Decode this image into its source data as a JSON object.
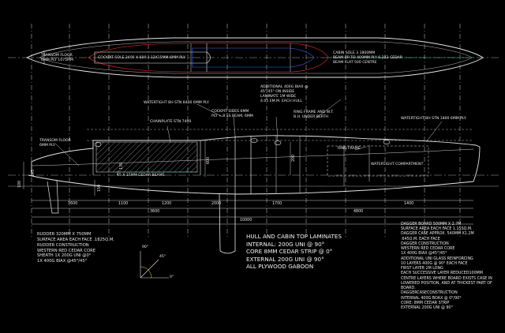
{
  "drawing": {
    "plan_labels": {
      "transom_floor": "TRANSOM FLOOR",
      "transom_floor_ply": "6MM PLY 1075MM",
      "cockpit_sole": "COCKPIT SOLE 2400 X 600 +12X15MM 6MM PLY",
      "cabin_sole_1": "CABIN SOLE 3 1800MM",
      "cabin_sole_2": "BEAM UP TO 400MM PLY 6.2X3 CEDAR",
      "cabin_sole_3": "BEAM FLAT 500 CENTRE"
    },
    "profile_labels": {
      "watertight_8400": "WATERTIGHT BH STN 8400 6MM PLY",
      "cockpit_sides_1": "COCKPIT SIDES 6MM",
      "cockpit_sides_2": "PLY + 8 SS BEAM, 6MM",
      "chainplate": "CHAINPLATE STN 7400",
      "additional_biax_1": "ADDITIONAL 400G BIAX @",
      "additional_biax_2": "45°/45° ON INSIDE",
      "additional_biax_3": "LAMINATE 1M WIDE",
      "additional_biax_4": "4.05 EM.M. EACH HULL",
      "ring_frame_wt_1": "RING FRAME AND W.T.",
      "ring_frame_wt_2": "B.H. UNDER BERTH",
      "watertight_1800": "WATERTIGHT BH STN 1800 6MM PLY",
      "transom_floor_1": "TRANSOM FLOOR",
      "transom_floor_2": "6MM PLY",
      "cedar_beams": "45 X 15MM CEDAR BEAMS",
      "ring_frame": "RING FRAME",
      "watertight_compartment": "WATERTIGHT COMPARTMENT"
    },
    "dimensions": {
      "h_145": "145",
      "h_100": "100",
      "h_150": "150",
      "h_130": "130",
      "h_600": "600",
      "h_200": "200",
      "d_1600": "1600",
      "d_1100": "1100",
      "d_1200": "1200",
      "d_2000": "2000",
      "d_1700": "1700",
      "d_1400": "1400",
      "d_3600": "3600",
      "d_4800": "4800",
      "d_10000": "10000"
    },
    "angle_labels": {
      "a90": "90°",
      "a45": "45°",
      "a0": "0°"
    },
    "rudder_notes": [
      "RUDDER 320MM X 750MM",
      "SURFACE AREA EACH FACE .1825Q.M.",
      "RUDDER CONSTRUCTION",
      "WESTERN RED CEDAR CORE",
      "SHEATH 1X 200G UNI @0°",
      "1X 400G BIAX @45°/45°"
    ],
    "laminate_notes": [
      "HULL AND CABIN TOP LAMINATES",
      "INTERNAL: 200G UNI @ 90°",
      "CORE 8MM CEDAR STRIP @ 0°",
      "EXTERNAL 200G UNI @ 90°",
      "ALL PLYWOOD GABOON"
    ],
    "dagger_notes": [
      "DAGGER BOARD 500MM X 2.7M",
      "SURFACE AREA EACH FACE 1.15SQ.M.",
      "DAGGER CASE APPROX. 540MM X1.2M",
      ".645Q.M. EACH FACE",
      "DAGGER CONSTRUCTION",
      "WESTERN RED CEDAR CORE",
      "1X 400G BIAX @45°/45°",
      "ADDITIONAL UNI GLASS REINFORCING",
      "10 LAYERS 400G @ 90° EACH FACE",
      "FIRST LAYER 2M LONG",
      "EACH SUCCESSIVE LAYER REDUCED100MM",
      "CENTRE LAYERS WHERE BOARD EXISTS CASE IN",
      "LOWERED POSITION, AND AT THICKEST PART OF",
      "BOARD.",
      "DAGGERCASECONSTRUCTION",
      "INTERNAL 400G BOAX @ 0°/90°",
      "CORE: 8MM CEDAR STRIP",
      "EXTERNAL 200G UNI @ 90°"
    ]
  }
}
